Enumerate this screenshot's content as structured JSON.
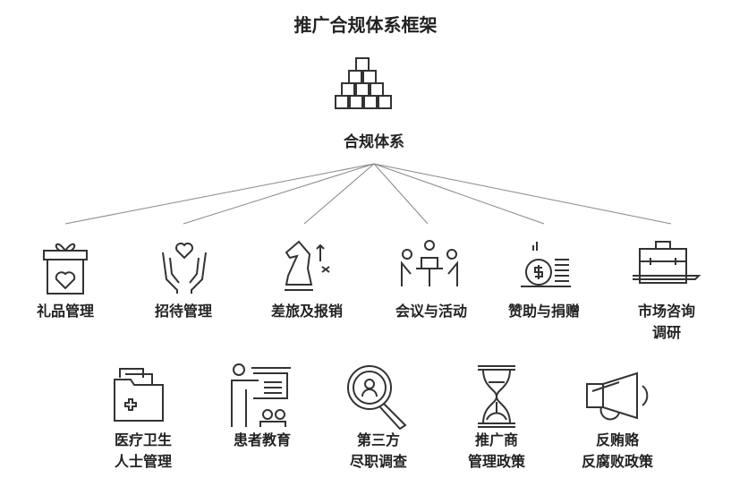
{
  "title": "推广合规体系框架",
  "center": {
    "label": "合规体系",
    "icon": "cubes-icon"
  },
  "top_row": [
    {
      "label": "礼品管理",
      "icon": "gift-icon"
    },
    {
      "label": "招待管理",
      "icon": "hands-heart-icon"
    },
    {
      "label": "差旅及报销",
      "icon": "chess-knight-icon"
    },
    {
      "label": "会议与活动",
      "icon": "meeting-icon"
    },
    {
      "label": "赞助与捐赠",
      "icon": "coins-icon"
    },
    {
      "label": "市场咨询",
      "label2": "调研",
      "icon": "briefcase-icon"
    }
  ],
  "bottom_row": [
    {
      "label": "医疗卫生",
      "label2": "人士管理",
      "icon": "medical-folder-icon"
    },
    {
      "label": "患者教育",
      "icon": "presentation-icon"
    },
    {
      "label": "第三方",
      "label2": "尽职调查",
      "icon": "magnifier-person-icon"
    },
    {
      "label": "推广商",
      "label2": "管理政策",
      "icon": "hourglass-icon"
    },
    {
      "label": "反贿赂",
      "label2": "反腐败政策",
      "icon": "megaphone-icon"
    }
  ]
}
